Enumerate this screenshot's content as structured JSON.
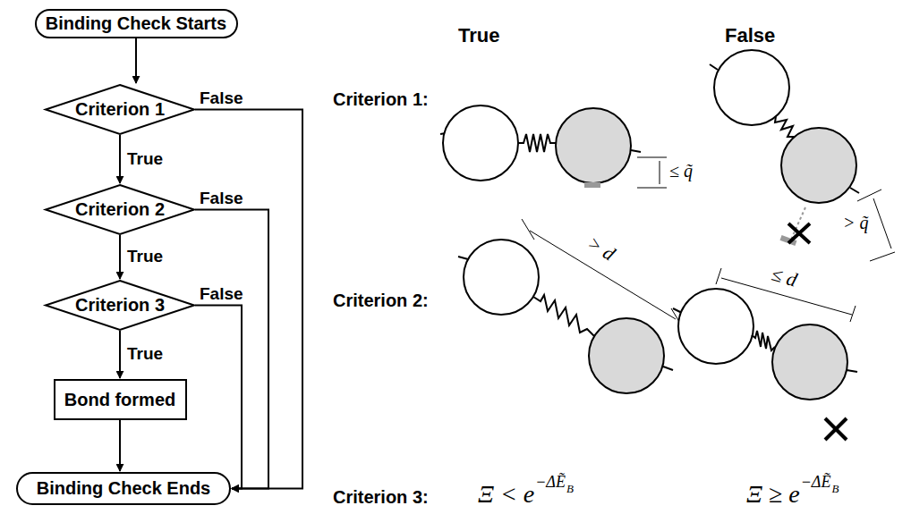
{
  "diagram": {
    "nodes": [
      {
        "text": [
          "Binding Check Starts"
        ]
      },
      {
        "text": [
          "Criterion 1"
        ]
      },
      {
        "text": [
          "Criterion 2"
        ]
      },
      {
        "text": [
          "Criterion 3"
        ]
      },
      {
        "text": [
          "Bond formed"
        ]
      },
      {
        "text": [
          "Binding Check Ends"
        ]
      }
    ],
    "edges": [
      {
        "from": 0,
        "to": 1,
        "arrow": "to"
      },
      {
        "from": 1,
        "to": 2,
        "label": "True",
        "arrow": "to"
      },
      {
        "from": 2,
        "to": 3,
        "label": "True",
        "arrow": "to"
      },
      {
        "from": 3,
        "to": 4,
        "label": "True",
        "arrow": "to"
      },
      {
        "from": 4,
        "to": 5,
        "arrow": "to"
      },
      {
        "from": 1,
        "to": 5,
        "label": "False",
        "arrow": "to"
      },
      {
        "from": 2,
        "to": 5,
        "label": "False",
        "arrow": "to"
      },
      {
        "from": 3,
        "to": 5,
        "label": "False",
        "arrow": "to"
      }
    ],
    "labels": [
      "True",
      "False",
      "Criterion 1:",
      "Criterion 2:",
      "Criterion 3:",
      "≤ q̃",
      "> q̃",
      "> d",
      "≤ d",
      "Ξ < e",
      "−ΔẼ",
      "B",
      "Ξ ≥ e",
      "−ΔẼ",
      "B"
    ]
  }
}
